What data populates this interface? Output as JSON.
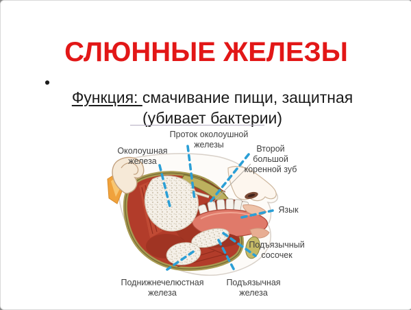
{
  "slide": {
    "title": "СЛЮННЫЕ ЖЕЛЕЗЫ",
    "bullet": {
      "marker": "•",
      "term": "Функция: ",
      "rest": "смачивание пищи, защитная",
      "line2": "(убивает бактерии)"
    }
  },
  "diagram": {
    "figure_name": "salivary-glands-mouth-cutaway-illustration",
    "labels": {
      "parotid_duct": "Проток околоушной\nжелезы",
      "parotid": "Околоушная\nжелеза",
      "molar": "Второй\nбольшой\nкоренной зуб",
      "tongue": "Язык",
      "sublingual_papilla": "Подъязычный\nсосочек",
      "submandibular": "Поднижнечелюстная\nжелеза",
      "sublingual": "Подъязычная\nжелеза"
    },
    "colors": {
      "title_red": "#e21717",
      "body_text": "#1b1b1b",
      "label_text": "#3f3f3f",
      "leader_line_blue": "#2b9fd6",
      "rule_line": "#b3abc0",
      "muscle_red": "#b23c2a",
      "cut_edge_olive": "#a89a52",
      "gland_white": "#f5f0e8"
    }
  }
}
